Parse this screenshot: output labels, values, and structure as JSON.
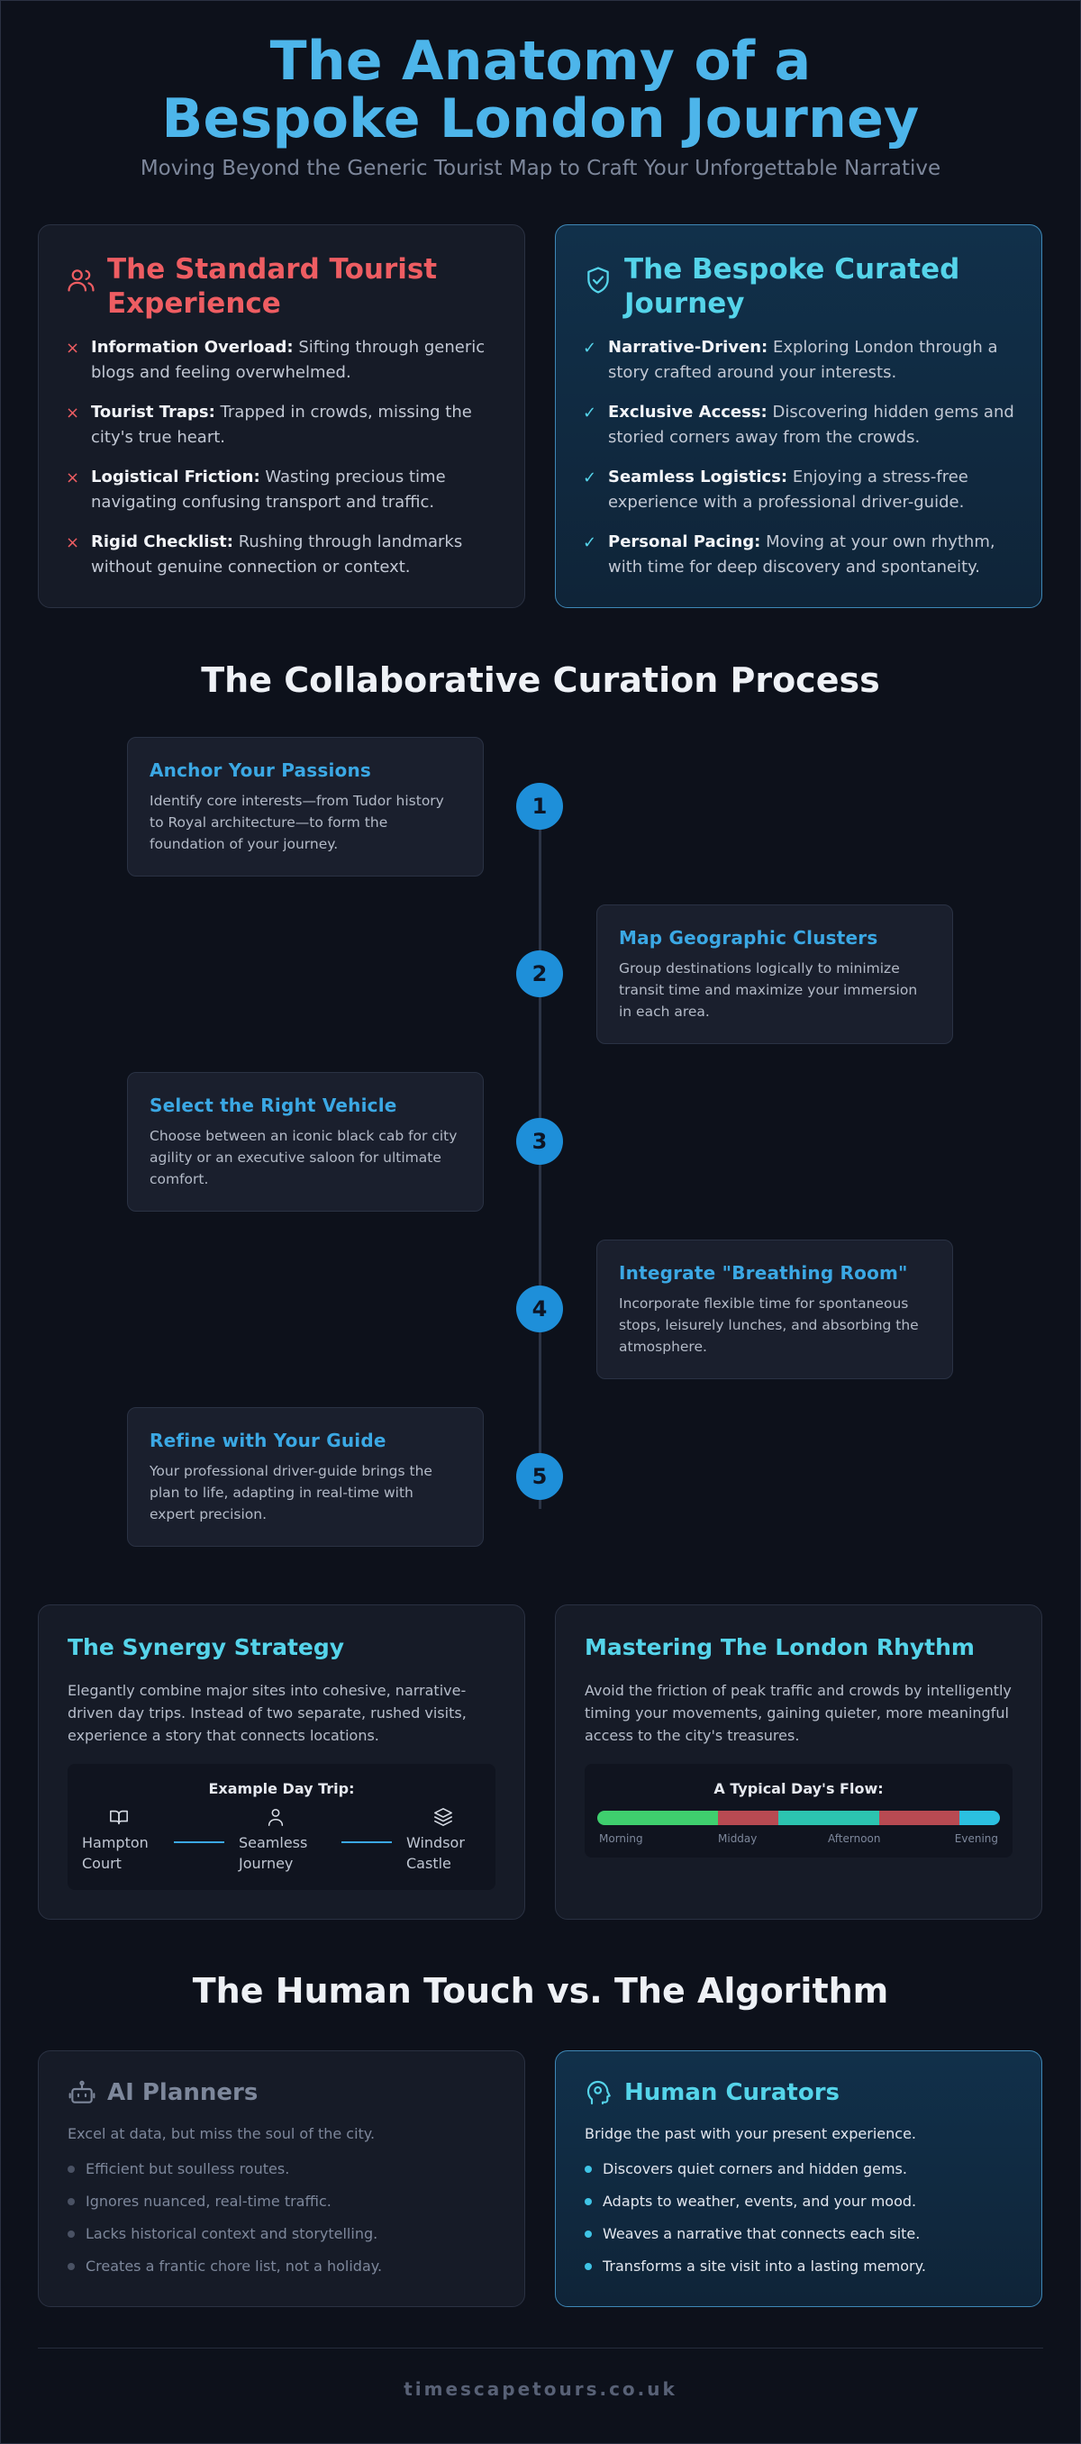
{
  "hero": {
    "title": "The Anatomy of a Bespoke London Journey",
    "subtitle": "Moving Beyond the Generic Tourist Map to Craft Your Unforgettable Narrative"
  },
  "standard": {
    "title": "The Standard Tourist Experience",
    "icon": "users-icon",
    "items": [
      {
        "mark": "×",
        "bold": "Information Overload:",
        "text": " Sifting through generic blogs and feeling overwhelmed."
      },
      {
        "mark": "×",
        "bold": "Tourist Traps:",
        "text": " Trapped in crowds, missing the city's true heart."
      },
      {
        "mark": "×",
        "bold": "Logistical Friction:",
        "text": " Wasting precious time navigating confusing transport and traffic."
      },
      {
        "mark": "×",
        "bold": "Rigid Checklist:",
        "text": " Rushing through landmarks without genuine connection or context."
      }
    ]
  },
  "bespoke": {
    "title": "The Bespoke Curated Journey",
    "icon": "shield-check-icon",
    "items": [
      {
        "mark": "✓",
        "bold": "Narrative-Driven:",
        "text": " Exploring London through a story crafted around your interests."
      },
      {
        "mark": "✓",
        "bold": "Exclusive Access:",
        "text": " Discovering hidden gems and storied corners away from the crowds."
      },
      {
        "mark": "✓",
        "bold": "Seamless Logistics:",
        "text": " Enjoying a stress-free experience with a professional driver-guide."
      },
      {
        "mark": "✓",
        "bold": "Personal Pacing:",
        "text": " Moving at your own rhythm, with time for deep discovery and spontaneity."
      }
    ]
  },
  "process": {
    "title": "The Collaborative Curation Process",
    "steps": [
      {
        "num": "1",
        "title": "Anchor Your Passions",
        "text": "Identify core interests—from Tudor history to Royal architecture—to form the foundation of your journey."
      },
      {
        "num": "2",
        "title": "Map Geographic Clusters",
        "text": "Group destinations logically to minimize transit time and maximize your immersion in each area."
      },
      {
        "num": "3",
        "title": "Select the Right Vehicle",
        "text": "Choose between an iconic black cab for city agility or an executive saloon for ultimate comfort."
      },
      {
        "num": "4",
        "title": "Integrate \"Breathing Room\"",
        "text": "Incorporate flexible time for spontaneous stops, leisurely lunches, and absorbing the atmosphere."
      },
      {
        "num": "5",
        "title": "Refine with Your Guide",
        "text": "Your professional driver-guide brings the plan to life, adapting in real-time with expert precision."
      }
    ]
  },
  "synergy": {
    "title": "The Synergy Strategy",
    "text": "Elegantly combine major sites into cohesive, narrative-driven day trips. Instead of two separate, rushed visits, experience a story that connects locations.",
    "caption": "Example Day Trip:",
    "stops": [
      {
        "icon": "book-icon",
        "label": "Hampton Court"
      },
      {
        "icon": "person-icon",
        "label": "Seamless Journey"
      },
      {
        "icon": "layers-icon",
        "label": "Windsor Castle"
      }
    ]
  },
  "rhythm": {
    "title": "Mastering The London Rhythm",
    "text": "Avoid the friction of peak traffic and crowds by intelligently timing your movements, gaining quieter, more meaningful access to the city's treasures.",
    "caption": "A Typical Day's Flow:",
    "segments": [
      {
        "color": "#3fcf6e",
        "fraction": 0.3
      },
      {
        "color": "#b84a52",
        "fraction": 0.15
      },
      {
        "color": "#2cc4b0",
        "fraction": 0.25
      },
      {
        "color": "#b84a52",
        "fraction": 0.2
      },
      {
        "color": "#2bc0e0",
        "fraction": 0.1
      }
    ],
    "labels": [
      "Morning",
      "Midday",
      "Afternoon",
      "Evening"
    ]
  },
  "versus": {
    "title": "The Human Touch vs. The Algorithm",
    "ai": {
      "title": "AI Planners",
      "icon": "robot-icon",
      "subtitle": "Excel at data, but miss the soul of the city.",
      "items": [
        "Efficient but soulless routes.",
        "Ignores nuanced, real-time traffic.",
        "Lacks historical context and storytelling.",
        "Creates a frantic chore list, not a holiday."
      ]
    },
    "human": {
      "title": "Human Curators",
      "icon": "head-icon",
      "subtitle": "Bridge the past with your present experience.",
      "items": [
        "Discovers quiet corners and hidden gems.",
        "Adapts to weather, events, and your mood.",
        "Weaves a narrative that connects each site.",
        "Transforms a site visit into a lasting memory."
      ]
    }
  },
  "footer": {
    "site": "timescapetours.co.uk"
  },
  "colors": {
    "accent": "#3ba8e4",
    "cyan": "#55d4ea",
    "red": "#ee5d62",
    "background": "#0d111b"
  }
}
